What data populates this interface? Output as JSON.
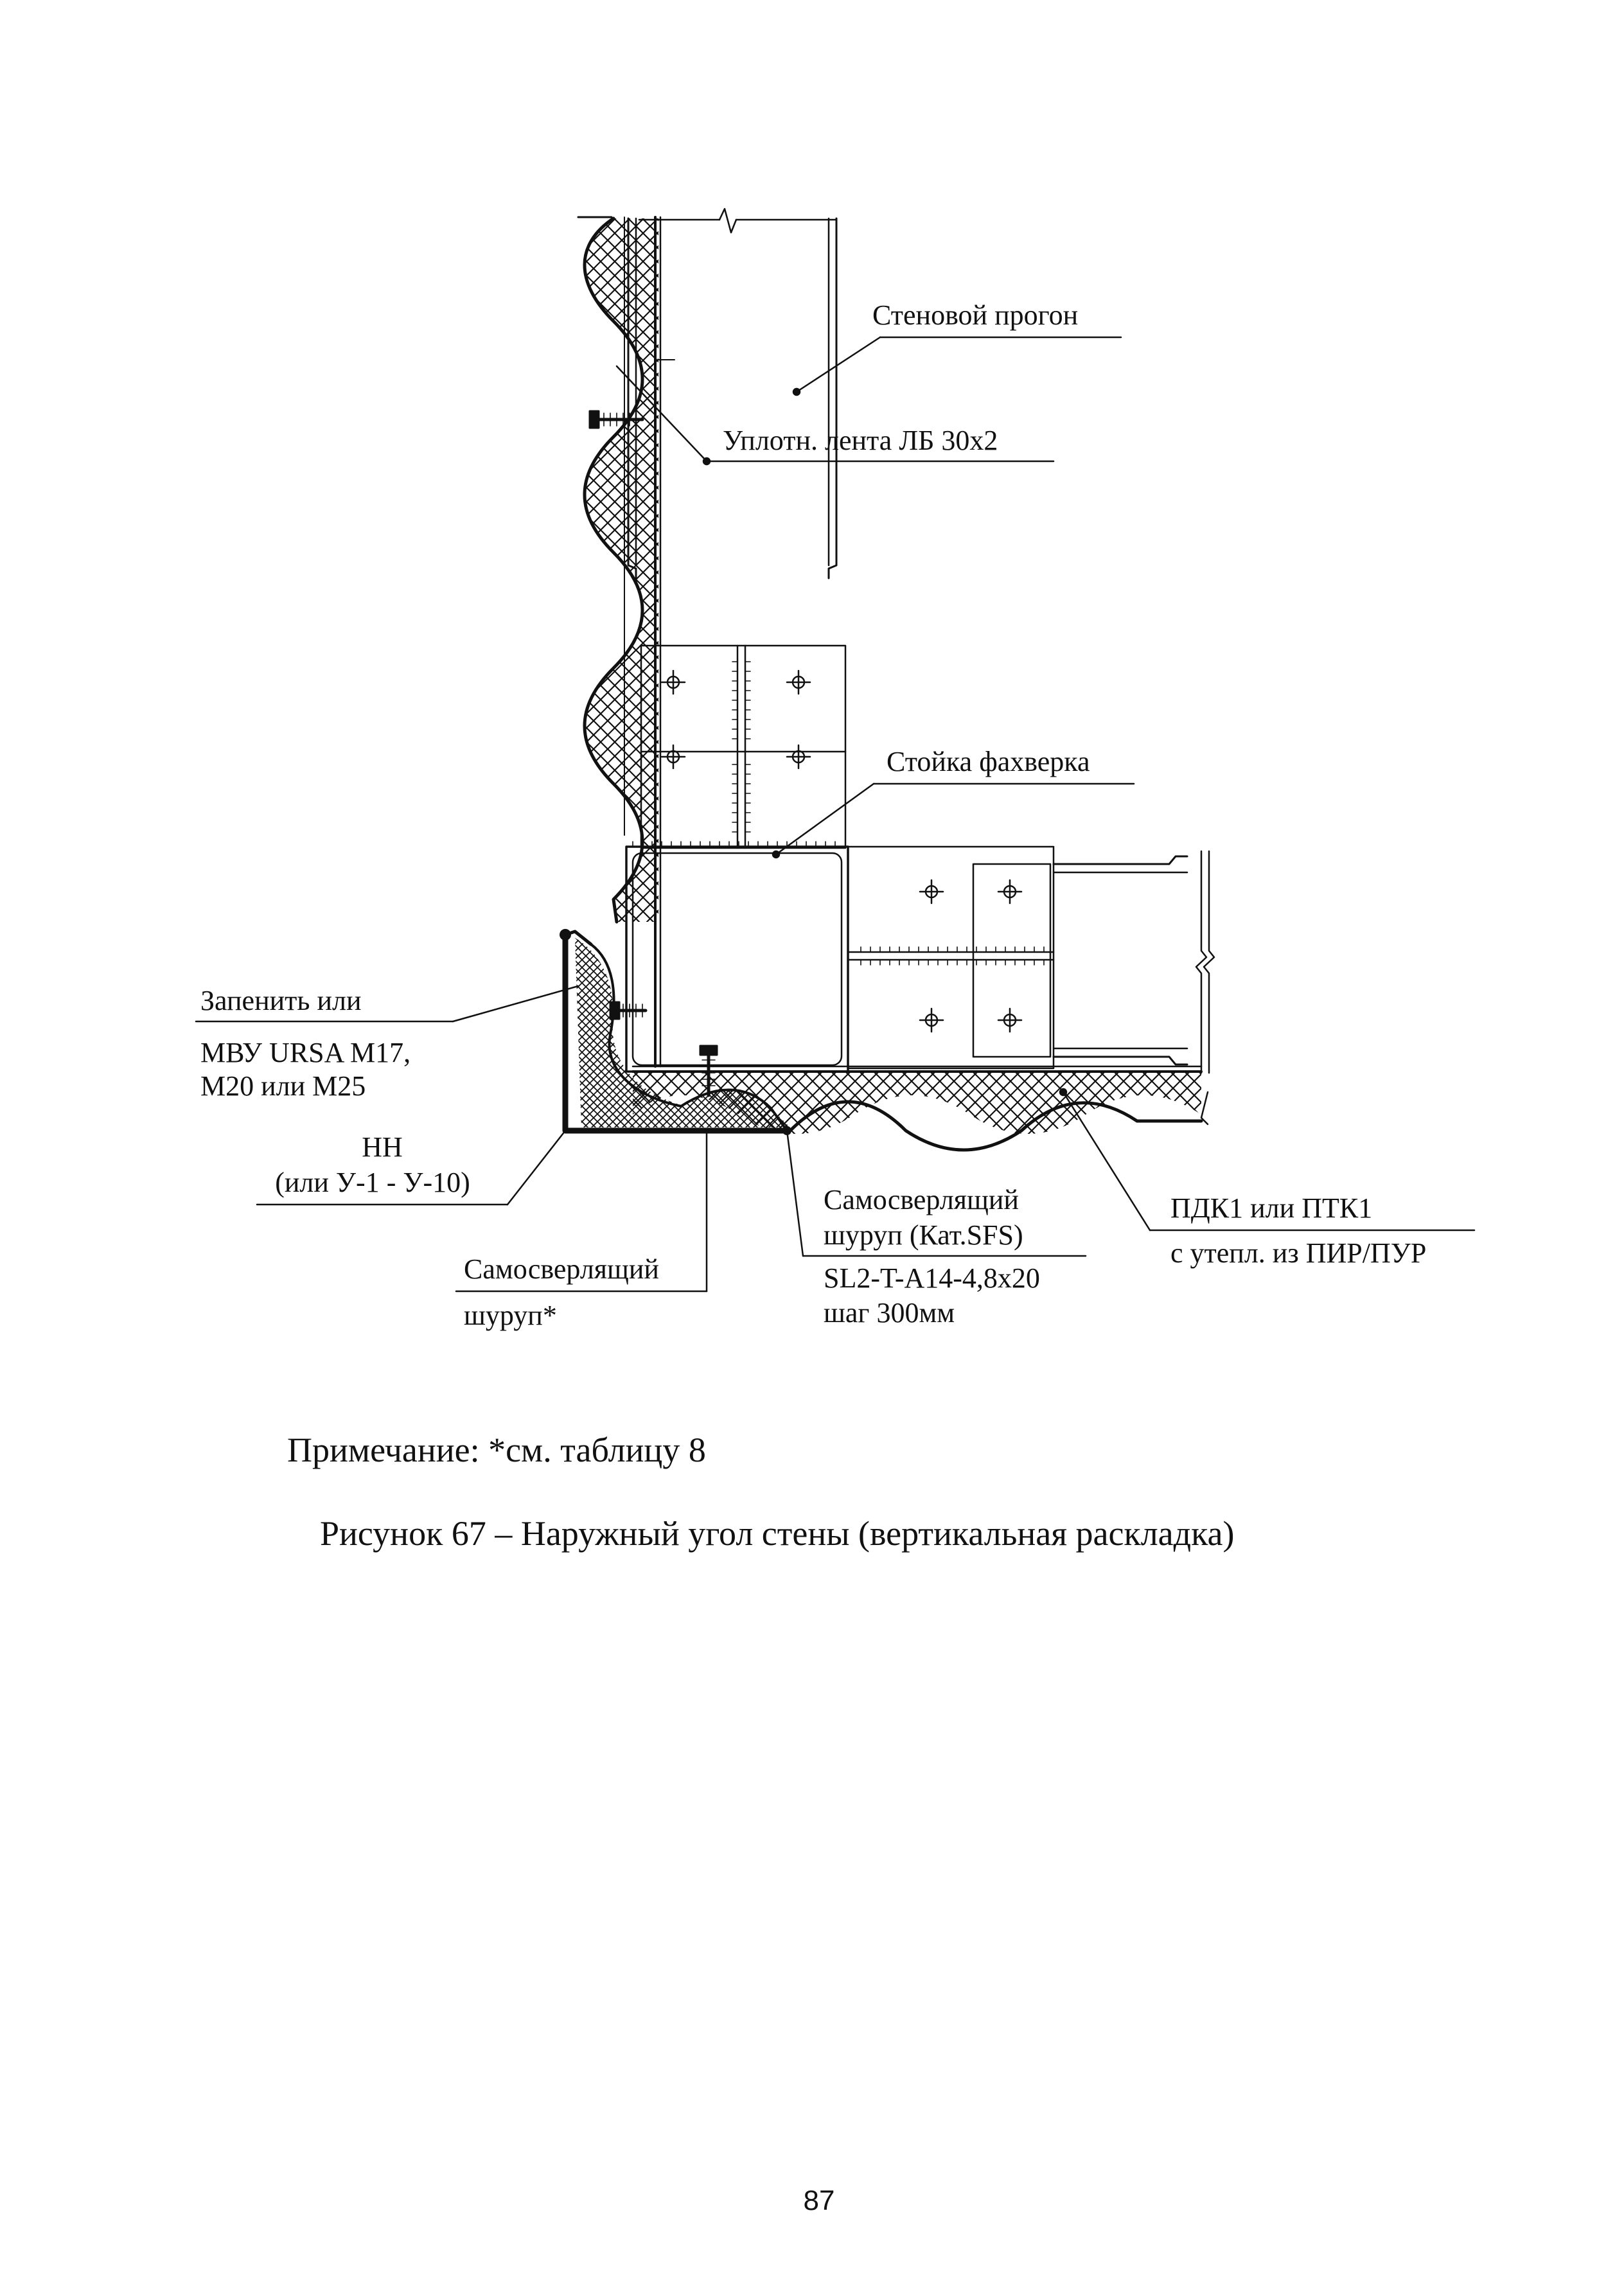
{
  "diagram": {
    "labels": {
      "wall_purlin": "Стеновой прогон",
      "sealing_tape": "Уплотн. лента ЛБ 30х2",
      "half_timber_post": "Стойка фахверка",
      "foam_line1": "Запенить или",
      "foam_line2": "МВУ URSA M17,",
      "foam_line3": "M20 или М25",
      "hn_line1": "НН",
      "hn_line2": "(или У-1 - У-10)",
      "screw_sfs_line1": "Самосверлящий",
      "screw_sfs_line2": "шуруп (Кат.SFS)",
      "screw_sfs_line3": "SL2-T-A14-4,8x20",
      "screw_sfs_line4": "шаг 300мм",
      "panel_line1": "ПДК1 или ПТК1",
      "panel_line2": "с утепл. из ПИР/ПУР",
      "screw_star_line1": "Самосверлящий",
      "screw_star_line2": "шуруп*"
    }
  },
  "note": "Примечание: *см. таблицу 8",
  "caption": "Рисунок 67 – Наружный угол стены (вертикальная раскладка)",
  "page_number": "87"
}
